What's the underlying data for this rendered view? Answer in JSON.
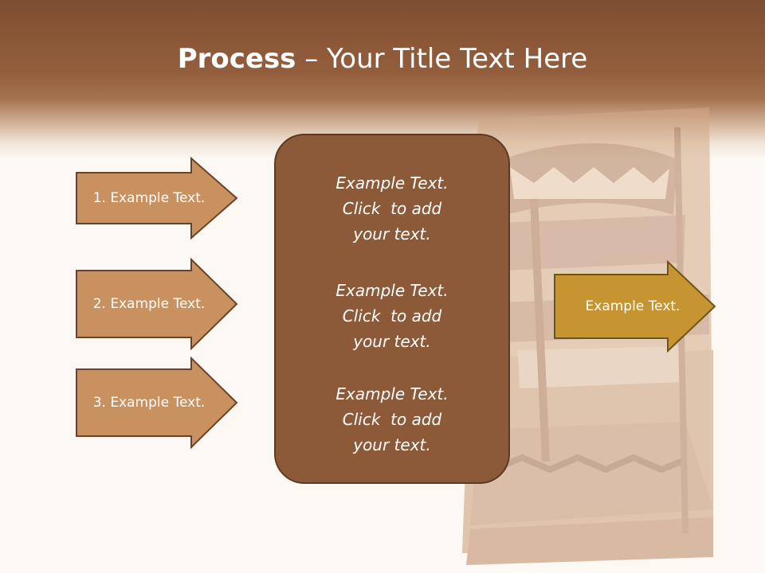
{
  "title": {
    "bold": "Process",
    "rest": " – Your Title Text Here"
  },
  "inputs": [
    {
      "label": "1. Example Text."
    },
    {
      "label": "2. Example Text."
    },
    {
      "label": "3. Example Text."
    }
  ],
  "center": [
    {
      "lines": [
        "Example Text.",
        "Click  to add",
        "your text."
      ]
    },
    {
      "lines": [
        "Example Text.",
        "Click  to add",
        "your text."
      ]
    },
    {
      "lines": [
        "Example Text.",
        "Click  to add",
        "your text."
      ]
    }
  ],
  "output": {
    "label": "Example Text."
  },
  "colors": {
    "header_dark": "#7d4e31",
    "input_arrow_fill": "#c9915f",
    "input_arrow_border": "#6b4228",
    "center_fill": "#8c5a39",
    "output_arrow_fill": "#c69430",
    "output_arrow_border": "#6f5418"
  }
}
